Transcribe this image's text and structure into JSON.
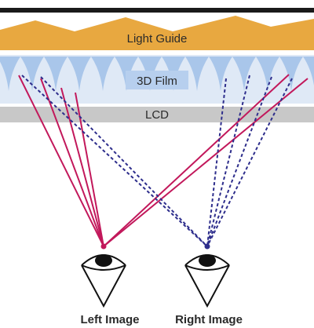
{
  "layers": {
    "light_guide": {
      "label": "Light Guide",
      "color": "#e8a840"
    },
    "film": {
      "label": "3D Film",
      "color": "#a9c6ea"
    },
    "lcd": {
      "label": "LCD",
      "color": "#c8c8c8"
    }
  },
  "eyes": {
    "left": {
      "label": "Left Image",
      "ray_color": "#c2185b",
      "ray_style": "solid"
    },
    "right": {
      "label": "Right Image",
      "ray_color": "#2e2e8c",
      "ray_style": "dashed"
    }
  },
  "colors": {
    "top_bar": "#1a1a1a",
    "eye_outline": "#111111"
  }
}
